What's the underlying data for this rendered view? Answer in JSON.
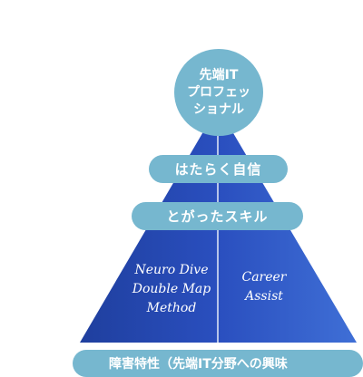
{
  "top": {
    "lines": [
      "先端IT",
      "プロフェッ",
      "ショナル"
    ]
  },
  "layers": [
    {
      "label": "はたらく自信"
    },
    {
      "label": "とがったスキル"
    }
  ],
  "methods": {
    "left": [
      "Neuro Dive",
      "Double Map",
      "Method"
    ],
    "right": [
      "Career",
      "Assist"
    ]
  },
  "base": {
    "label": "障害特性（先端IT分野への興味"
  },
  "colors": {
    "pill": "#76b7cf",
    "pyramid_dark": "#1f3f9e",
    "pyramid_light": "#3f6fd6"
  }
}
